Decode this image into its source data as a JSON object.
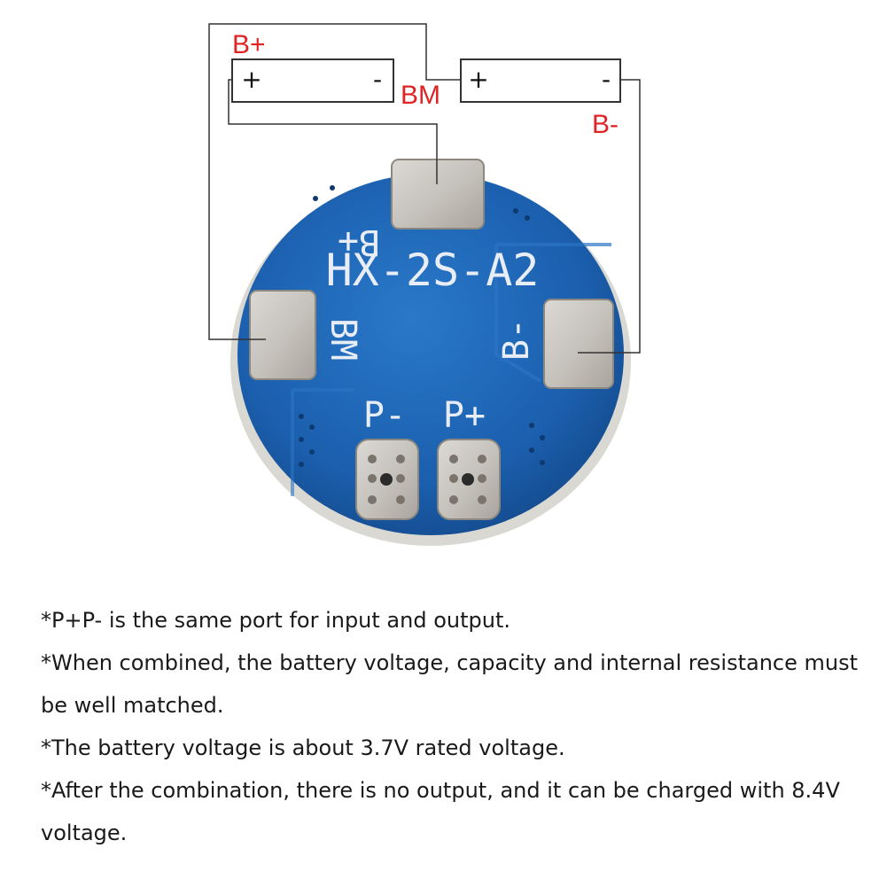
{
  "diagram": {
    "labels": {
      "b_plus": "B+",
      "bm": "BM",
      "b_minus": "B-"
    },
    "battery_left": {
      "plus": "+",
      "minus": "-"
    },
    "battery_right": {
      "plus": "+",
      "minus": "-"
    },
    "board": {
      "model": "HX-2S-A2",
      "pad_top": "B+",
      "pad_left": "BM",
      "pad_right": "B-",
      "port_minus": "P-",
      "port_plus": "P+"
    },
    "colors": {
      "label_red": "#e02424",
      "pcb_blue": "#1b5fae",
      "pad_silver": "#c6c2bc",
      "silkscreen": "#e8edf5"
    }
  },
  "notes": [
    "*P+P- is the same port for input and output.",
    "*When combined, the battery voltage, capacity and internal resistance must be well matched.",
    "*The battery voltage is about 3.7V rated voltage.",
    "*After the combination, there is no output, and it can be charged with 8.4V voltage."
  ]
}
